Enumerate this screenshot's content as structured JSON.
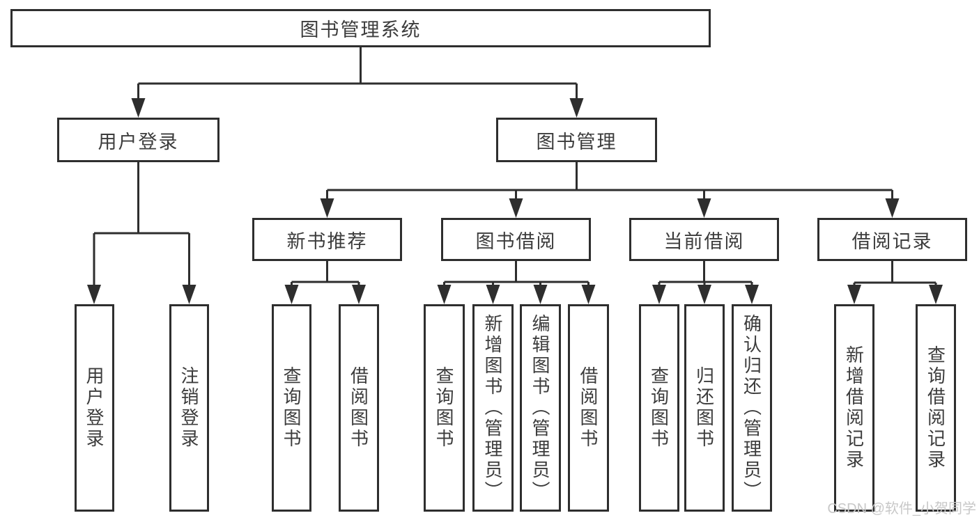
{
  "colors": {
    "line": "#2e2e2e",
    "box_border": "#2e2e2e",
    "text": "#3c3c3c",
    "watermark_text": "#c8c8c8",
    "background": "#ffffff"
  },
  "watermark": "CSDN @软件_小贺同学",
  "tree": {
    "root": {
      "label": "图书管理系统"
    },
    "children": [
      {
        "label": "用户登录",
        "children": [
          {
            "label": "用户登录"
          },
          {
            "label": "注销登录"
          }
        ]
      },
      {
        "label": "图书管理",
        "children": [
          {
            "label": "新书推荐",
            "children": [
              {
                "label": "查询图书"
              },
              {
                "label": "借阅图书"
              }
            ]
          },
          {
            "label": "图书借阅",
            "children": [
              {
                "label": "查询图书"
              },
              {
                "label": "新增图书（管理员）"
              },
              {
                "label": "编辑图书（管理员）"
              },
              {
                "label": "借阅图书"
              }
            ]
          },
          {
            "label": "当前借阅",
            "children": [
              {
                "label": "查询图书"
              },
              {
                "label": "归还图书"
              },
              {
                "label": "确认归还（管理员）"
              }
            ]
          },
          {
            "label": "借阅记录",
            "children": [
              {
                "label": "新增借阅记录"
              },
              {
                "label": "查询借阅记录"
              }
            ]
          }
        ]
      }
    ]
  }
}
